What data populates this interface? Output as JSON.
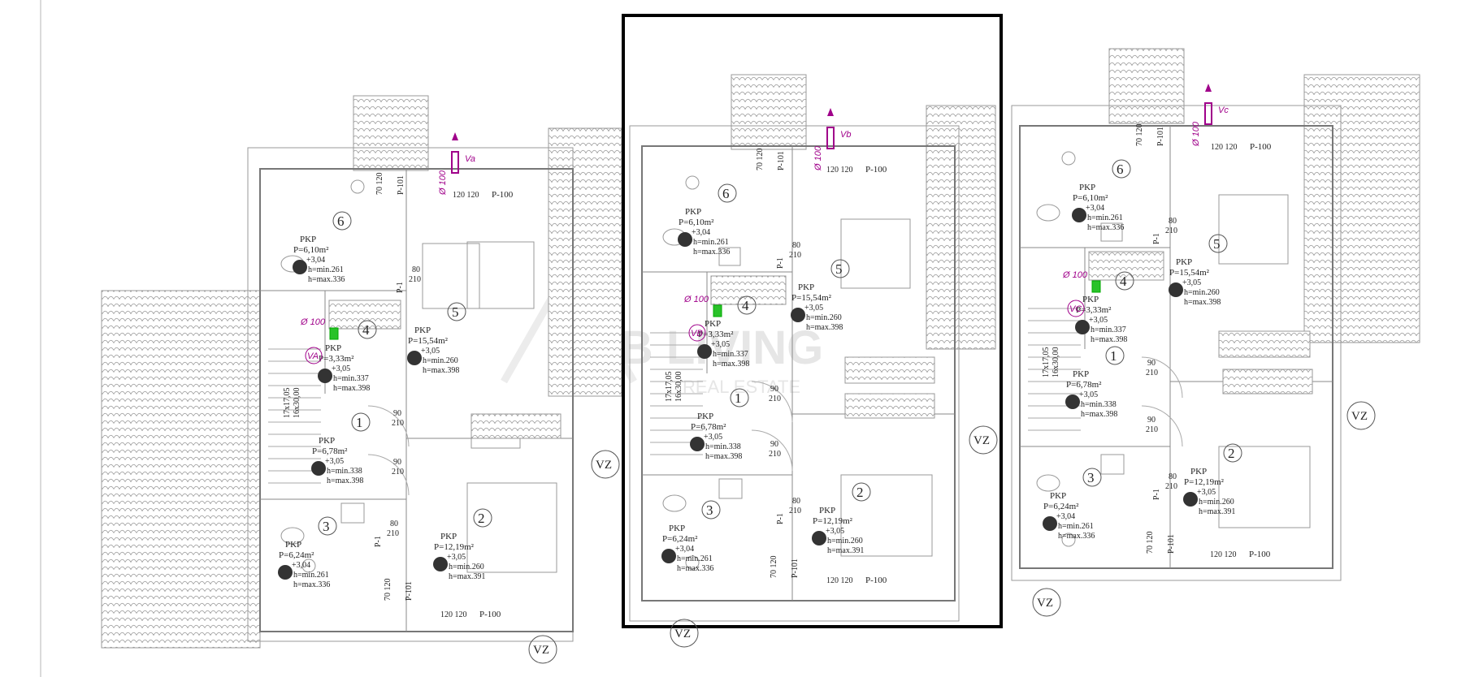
{
  "watermark": {
    "main": "AB LIVING",
    "sub": "REAL ESTATE"
  },
  "vz_label": "VZ",
  "units": [
    {
      "id": "A",
      "vent": {
        "label": "Va",
        "pipe": "Ø 100"
      },
      "vent_room": {
        "label": "VA",
        "pipe": "Ø 100"
      },
      "rooms": [
        {
          "num": "6",
          "type": "PKP",
          "area": "P=6,10m²",
          "level": "+3,04",
          "hmin": "h=min.261",
          "hmax": "h=max.336"
        },
        {
          "num": "5",
          "type": "PKP",
          "area": "P=15,54m²",
          "level": "+3,05",
          "hmin": "h=min.260",
          "hmax": "h=max.398"
        },
        {
          "num": "4",
          "type": "PKP",
          "area": "P=3,33m²",
          "level": "+3,05",
          "hmin": "h=min.337",
          "hmax": "h=max.398"
        },
        {
          "num": "1",
          "type": "PKP",
          "area": "P=6,78m²",
          "level": "+3,05",
          "hmin": "h=min.338",
          "hmax": "h=max.398"
        },
        {
          "num": "3",
          "type": "PKP",
          "area": "P=6,24m²",
          "level": "+3,04",
          "hmin": "h=min.261",
          "hmax": "h=max.336"
        },
        {
          "num": "2",
          "type": "PKP",
          "area": "P=12,19m²",
          "level": "+3,05",
          "hmin": "h=min.260",
          "hmax": "h=max.391"
        }
      ]
    },
    {
      "id": "B",
      "vent": {
        "label": "Vb",
        "pipe": "Ø 100"
      },
      "vent_room": {
        "label": "VB",
        "pipe": "Ø 100"
      },
      "rooms": [
        {
          "num": "6",
          "type": "PKP",
          "area": "P=6,10m²",
          "level": "+3,04",
          "hmin": "h=min.261",
          "hmax": "h=max.336"
        },
        {
          "num": "5",
          "type": "PKP",
          "area": "P=15,54m²",
          "level": "+3,05",
          "hmin": "h=min.260",
          "hmax": "h=max.398"
        },
        {
          "num": "4",
          "type": "PKP",
          "area": "P=3,33m²",
          "level": "+3,05",
          "hmin": "h=min.337",
          "hmax": "h=max.398"
        },
        {
          "num": "1",
          "type": "PKP",
          "area": "P=6,78m²",
          "level": "+3,05",
          "hmin": "h=min.338",
          "hmax": "h=max.398"
        },
        {
          "num": "3",
          "type": "PKP",
          "area": "P=6,24m²",
          "level": "+3,04",
          "hmin": "h=min.261",
          "hmax": "h=max.336"
        },
        {
          "num": "2",
          "type": "PKP",
          "area": "P=12,19m²",
          "level": "+3,05",
          "hmin": "h=min.260",
          "hmax": "h=max.391"
        }
      ]
    },
    {
      "id": "C",
      "vent": {
        "label": "Vc",
        "pipe": "Ø 100"
      },
      "vent_room": {
        "label": "VC",
        "pipe": "Ø 100"
      },
      "rooms": [
        {
          "num": "6",
          "type": "PKP",
          "area": "P=6,10m²",
          "level": "+3,04",
          "hmin": "h=min.261",
          "hmax": "h=max.336"
        },
        {
          "num": "5",
          "type": "PKP",
          "area": "P=15,54m²",
          "level": "+3,05",
          "hmin": "h=min.260",
          "hmax": "h=max.398"
        },
        {
          "num": "4",
          "type": "PKP",
          "area": "P=3,33m²",
          "level": "+3,05",
          "hmin": "h=min.337",
          "hmax": "h=max.398"
        },
        {
          "num": "1",
          "type": "PKP",
          "area": "P=6,78m²",
          "level": "+3,05",
          "hmin": "h=min.338",
          "hmax": "h=max.398"
        },
        {
          "num": "3",
          "type": "PKP",
          "area": "P=6,24m²",
          "level": "+3,04",
          "hmin": "h=min.261",
          "hmax": "h=max.336"
        },
        {
          "num": "2",
          "type": "PKP",
          "area": "P=12,19m²",
          "level": "+3,05",
          "hmin": "h=min.260",
          "hmax": "h=max.391"
        }
      ]
    }
  ],
  "openings": {
    "window_top": "120 120",
    "p100": "P-100",
    "p101": "P-101",
    "p101_dim": "70 120",
    "door_p1": "P-1",
    "door_dim": "80",
    "door_dim2": "210",
    "door_int": "90",
    "stair_a": "17x17,05",
    "stair_b": "16x30,00"
  },
  "colors": {
    "line": "#8a8a8a",
    "frame": "#000000",
    "vent": "#a0008a",
    "fixture": "#29c229"
  }
}
